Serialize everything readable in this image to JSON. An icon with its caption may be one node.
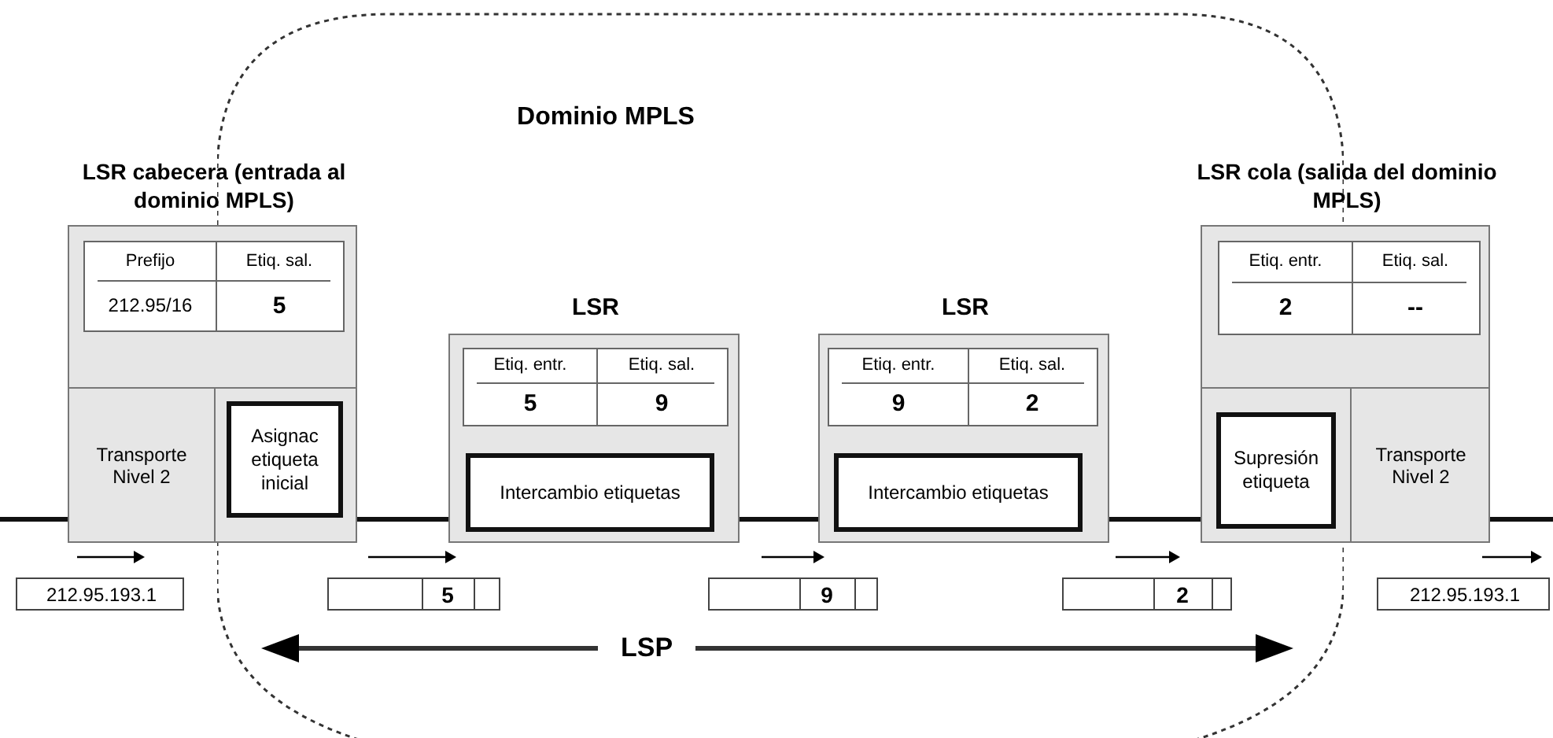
{
  "diagram": {
    "nodes": [
      {
        "text": [
          "Dominio MPLS"
        ]
      },
      {
        "text": [
          "LSR cabecera (entrada al dominio MPLS)"
        ]
      },
      {
        "text": [
          "Transporte Nivel 2"
        ],
        "in": 1
      },
      {
        "text": [
          "Asignac etiqueta inicial"
        ]
      },
      {
        "text": [
          "LSR"
        ],
        "in": 0
      },
      {
        "text": [
          "Intercambio etiquetas"
        ],
        "in": 4
      },
      {
        "text": [
          "LSR"
        ],
        "in": 0
      },
      {
        "text": [
          "Intercambio etiquetas"
        ],
        "in": 6
      },
      {
        "text": [
          "LSR cola (salida del dominio MPLS)"
        ]
      },
      {
        "text": [
          "Supresión etiqueta"
        ]
      },
      {
        "text": [
          "Transporte Nivel 2"
        ],
        "in": 8
      },
      {
        "text": [
          "212.95.193.1"
        ]
      },
      {
        "text": [
          "5"
        ],
        "in": 0
      },
      {
        "text": [
          "9"
        ],
        "in": 0
      },
      {
        "text": [
          "2"
        ],
        "in": 0
      },
      {
        "text": [
          "212.95.193.1"
        ]
      }
    ],
    "edges": [
      {
        "from": null,
        "to": 1,
        "arrow": "none"
      },
      {
        "from": 1,
        "to": 4,
        "arrow": "none"
      },
      {
        "from": 4,
        "to": 6,
        "arrow": "none"
      },
      {
        "from": 6,
        "to": 8,
        "arrow": "none"
      },
      {
        "from": 8,
        "to": null,
        "arrow": "none"
      }
    ],
    "labels": [
      "Prefijo",
      "Etiq. sal.",
      "212.95/16",
      "5",
      "Etiq. entr.",
      "Etiq. sal.",
      "2",
      "--",
      "Etiq. entr.",
      "Etiq. sal.",
      "5",
      "9",
      "Etiq. entr.",
      "Etiq. sal.",
      "9",
      "2",
      "LSP"
    ]
  }
}
